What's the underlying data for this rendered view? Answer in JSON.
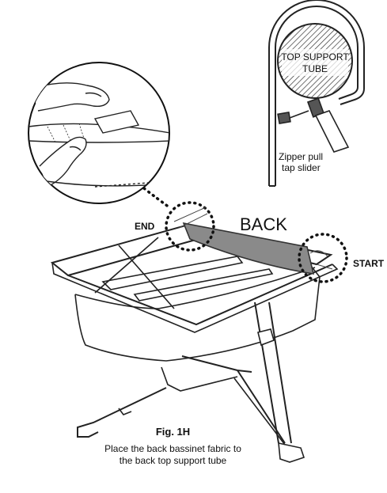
{
  "diagram": {
    "back_label": "BACK",
    "end_label": "END",
    "start_label": "START",
    "tube_label_line1": "TOP SUPPORT",
    "tube_label_line2": "TUBE",
    "zipper_line1": "Zipper pull",
    "zipper_line2": "tap slider"
  },
  "caption": {
    "figure": "Fig. 1H",
    "line1": "Place the back bassinet fabric to",
    "line2": "the back top support tube"
  }
}
